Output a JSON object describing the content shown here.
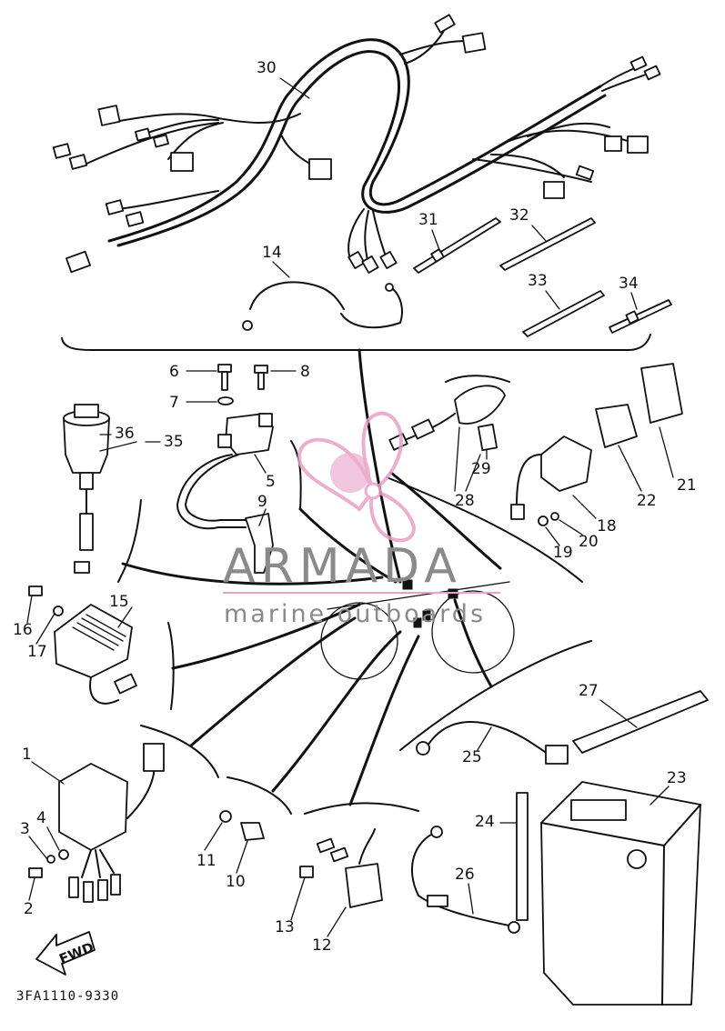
{
  "diagram_code": "3FA1110-9330",
  "fwd_label": "FWD",
  "watermark": {
    "brand": "ARMADA",
    "tagline": "marine outboards",
    "logo_color": "#e8a0c8",
    "text_color": "#8a8a8a"
  },
  "callouts": [
    "1",
    "2",
    "3",
    "4",
    "5",
    "6",
    "7",
    "8",
    "9",
    "10",
    "11",
    "12",
    "13",
    "14",
    "15",
    "16",
    "17",
    "18",
    "19",
    "20",
    "21",
    "22",
    "23",
    "24",
    "25",
    "26",
    "27",
    "28",
    "29",
    "30",
    "31",
    "32",
    "33",
    "34",
    "35",
    "36"
  ]
}
